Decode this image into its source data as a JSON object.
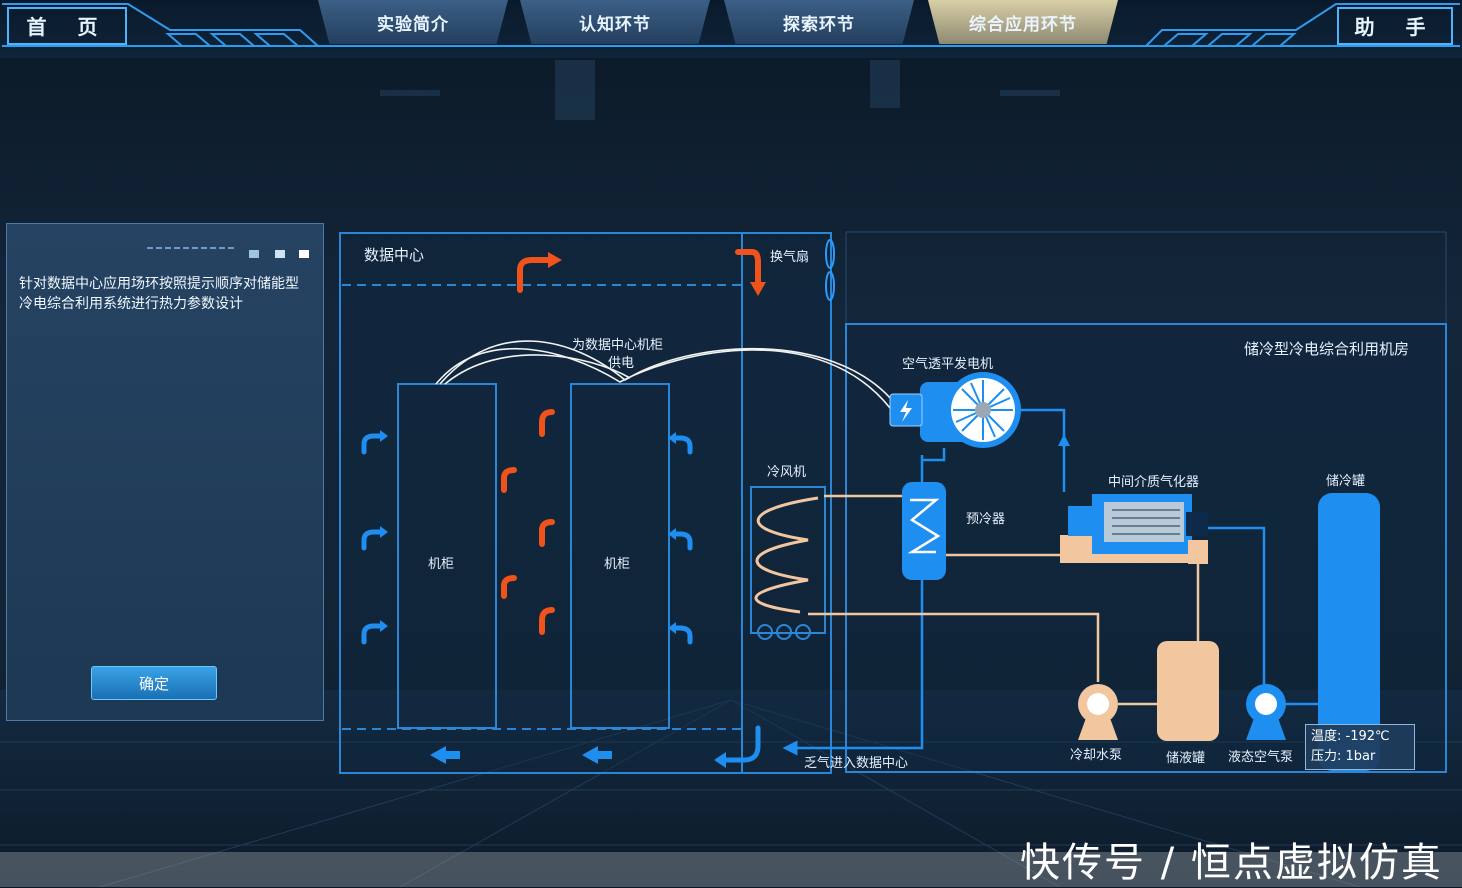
{
  "nav": {
    "home": "首 页",
    "helper": "助 手",
    "tabs": [
      {
        "label": "实验简介",
        "active": false
      },
      {
        "label": "认知环节",
        "active": false
      },
      {
        "label": "探索环节",
        "active": false
      },
      {
        "label": "综合应用环节",
        "active": true
      }
    ]
  },
  "panel": {
    "prompt": "针对数据中心应用场环按照提示顺序对储能型冷电综合利用系统进行热力参数设计",
    "confirm": "确定"
  },
  "diagram": {
    "datacenter_label": "数据中心",
    "fan_label": "换气扇",
    "power_label_line1": "为数据中心机柜",
    "power_label_line2": "供电",
    "cabinet1": "机柜",
    "cabinet2": "机柜",
    "cooler_label": "冷风机",
    "air_inlet_label": "乏气进入数据中心",
    "room_label": "储冷型冷电综合利用机房",
    "turbine_label": "空气透平发电机",
    "precooler_label": "预冷器",
    "vaporizer_label": "中间介质气化器",
    "storage_tank_label": "储冷罐",
    "pump_label": "冷却水泵",
    "liquid_tank_label": "储液罐",
    "air_pump_label": "液态空气泵",
    "temp_label": "温度:",
    "temp_value": "-192℃",
    "pressure_label": "压力:",
    "pressure_value": "1bar"
  },
  "watermark": "快传号 / 恒点虚拟仿真",
  "colors": {
    "accent_blue": "#1e8ff0",
    "hot_orange": "#f0521c",
    "warm_pipe": "#f2c7a0",
    "active_tab": "#d8cfa6"
  }
}
